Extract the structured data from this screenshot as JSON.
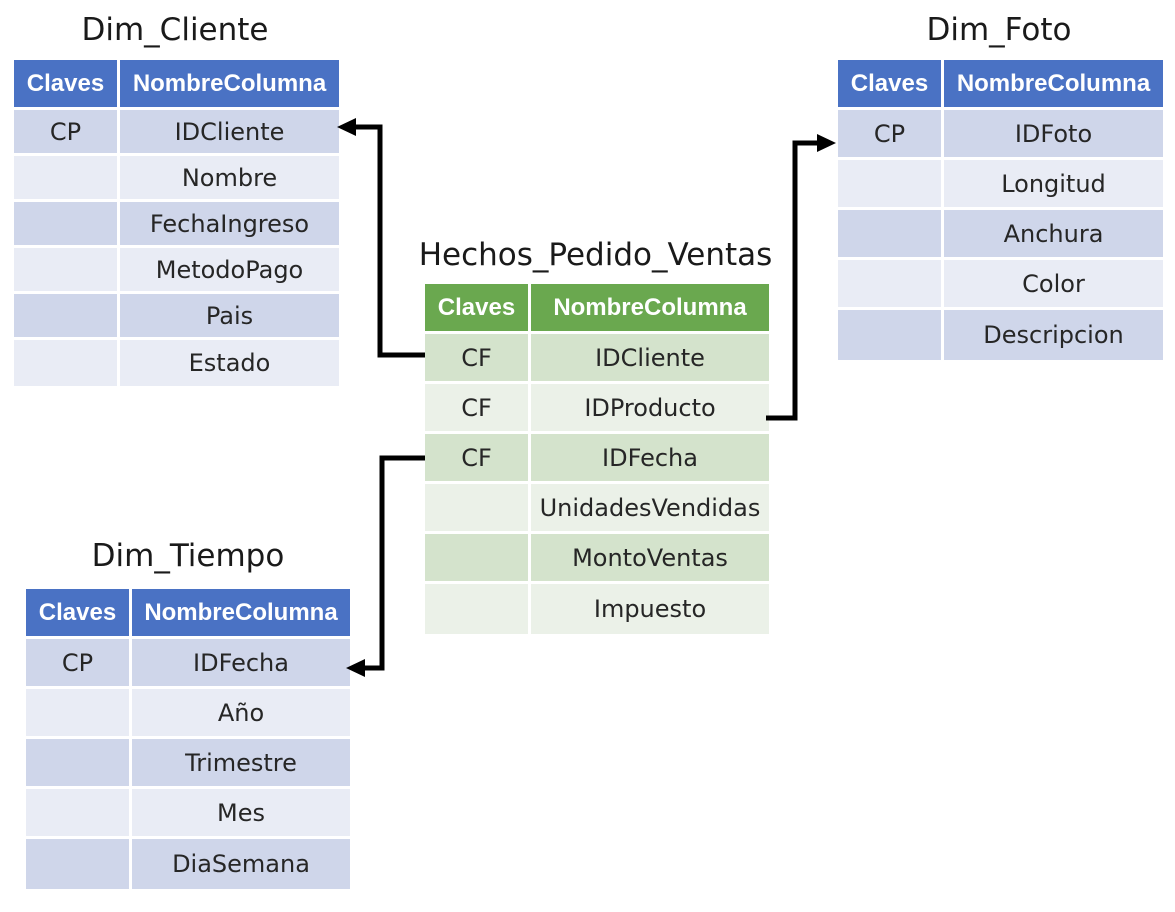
{
  "colors": {
    "dim_header": "#4a72c4",
    "dim_row_dark": "#cfd6ea",
    "dim_row_light": "#e9ecf5",
    "fact_header": "#6aa84f",
    "fact_row_dark": "#d4e3cc",
    "fact_row_light": "#ebf1e8",
    "connector": "#000000"
  },
  "tables": {
    "dim_cliente": {
      "title": "Dim_Cliente",
      "headers": [
        "Claves",
        "NombreColumna"
      ],
      "rows": [
        [
          "CP",
          "IDCliente"
        ],
        [
          "",
          "Nombre"
        ],
        [
          "",
          "FechaIngreso"
        ],
        [
          "",
          "MetodoPago"
        ],
        [
          "",
          "Pais"
        ],
        [
          "",
          "Estado"
        ]
      ]
    },
    "dim_foto": {
      "title": "Dim_Foto",
      "headers": [
        "Claves",
        "NombreColumna"
      ],
      "rows": [
        [
          "CP",
          "IDFoto"
        ],
        [
          "",
          "Longitud"
        ],
        [
          "",
          "Anchura"
        ],
        [
          "",
          "Color"
        ],
        [
          "",
          "Descripcion"
        ]
      ]
    },
    "hechos_pedido_ventas": {
      "title": "Hechos_Pedido_Ventas",
      "headers": [
        "Claves",
        "NombreColumna"
      ],
      "rows": [
        [
          "CF",
          "IDCliente"
        ],
        [
          "CF",
          "IDProducto"
        ],
        [
          "CF",
          "IDFecha"
        ],
        [
          "",
          "UnidadesVendidas"
        ],
        [
          "",
          "MontoVentas"
        ],
        [
          "",
          "Impuesto"
        ]
      ]
    },
    "dim_tiempo": {
      "title": "Dim_Tiempo",
      "headers": [
        "Claves",
        "NombreColumna"
      ],
      "rows": [
        [
          "CP",
          "IDFecha"
        ],
        [
          "",
          "Año"
        ],
        [
          "",
          "Trimestre"
        ],
        [
          "",
          "Mes"
        ],
        [
          "",
          "DiaSemana"
        ]
      ]
    }
  }
}
